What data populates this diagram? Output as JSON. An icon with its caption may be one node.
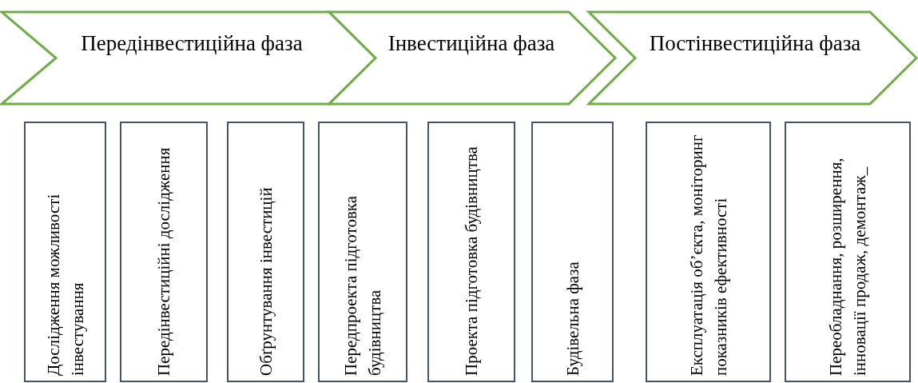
{
  "diagram": {
    "nodes": [
      {
        "text": [
          "Передінвестиційна фаза"
        ]
      },
      {
        "text": [
          "Інвестиційна фаза"
        ]
      },
      {
        "text": [
          "Постінвестиційна фаза"
        ]
      },
      {
        "text": [
          "Дослідження можливості інвестування"
        ]
      },
      {
        "text": [
          "Передінвестиційні дослідження"
        ]
      },
      {
        "text": [
          "Обґрунтування інвестицій"
        ]
      },
      {
        "text": [
          "Передпроекта підготовка будівництва"
        ]
      },
      {
        "text": [
          "Проекта підготовка будівництва"
        ]
      },
      {
        "text": [
          "Будівельна фаза"
        ]
      },
      {
        "text": [
          "Експлуатація об’єкта, моніторинг показників ефективності"
        ]
      },
      {
        "text": [
          "Переобладнання, розширення, інновації продаж, демонтаж_"
        ]
      }
    ]
  }
}
